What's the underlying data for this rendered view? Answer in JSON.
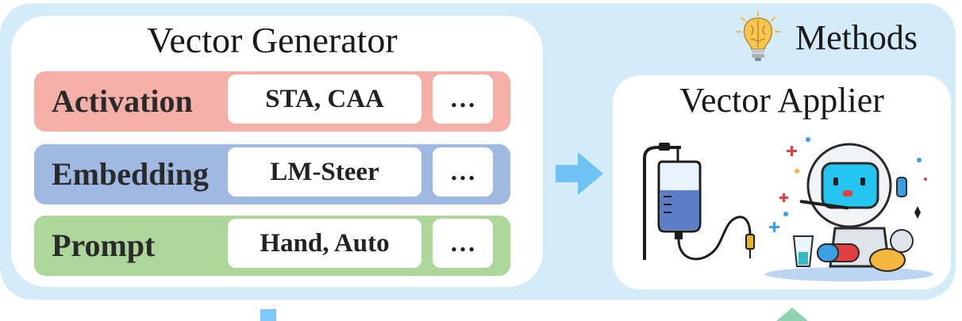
{
  "sections": {
    "generator_title": "Vector Generator",
    "methods_label": "Methods",
    "applier_title": "Vector Applier"
  },
  "rows": [
    {
      "label": "Activation",
      "methods": "STA, CAA",
      "more": "…",
      "color": "#f4afa6"
    },
    {
      "label": "Embedding",
      "methods": "LM-Steer",
      "more": "…",
      "color": "#9fb9e3"
    },
    {
      "label": "Prompt",
      "methods": "Hand, Auto",
      "more": "…",
      "color": "#acd69a"
    }
  ],
  "colors": {
    "background": "#d4ecfa",
    "arrow": "#6ec3f4",
    "accent_green": "#8fd3b0"
  },
  "icons": [
    "brain-lightbulb-icon",
    "iv-drip-icon",
    "robot-astronaut-icon"
  ]
}
